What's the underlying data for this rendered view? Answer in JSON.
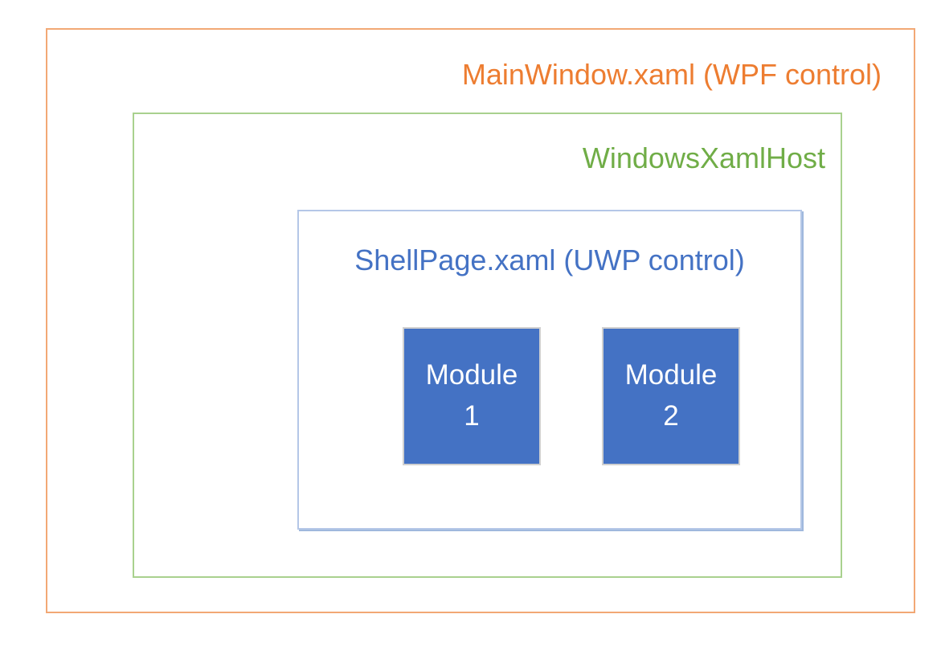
{
  "diagram": {
    "background": "#FFFFFF",
    "wpf_window": {
      "label": "MainWindow.xaml (WPF control)",
      "text_color": "#ED7D31",
      "border_color": "#F2A875"
    },
    "xaml_host": {
      "label": "WindowsXamlHost",
      "text_color": "#70AD47",
      "border_color": "#A9D18E"
    },
    "shell_page": {
      "label": "ShellPage.xaml (UWP control)",
      "text_color": "#4472C4",
      "border_color": "#B4C7E7"
    },
    "modules": [
      {
        "name": "Module",
        "number": "1"
      },
      {
        "name": "Module",
        "number": "2"
      }
    ],
    "module_fill": "#4472C4",
    "module_text_color": "#FFFFFF",
    "module_border_color": "#D0D0D0"
  }
}
